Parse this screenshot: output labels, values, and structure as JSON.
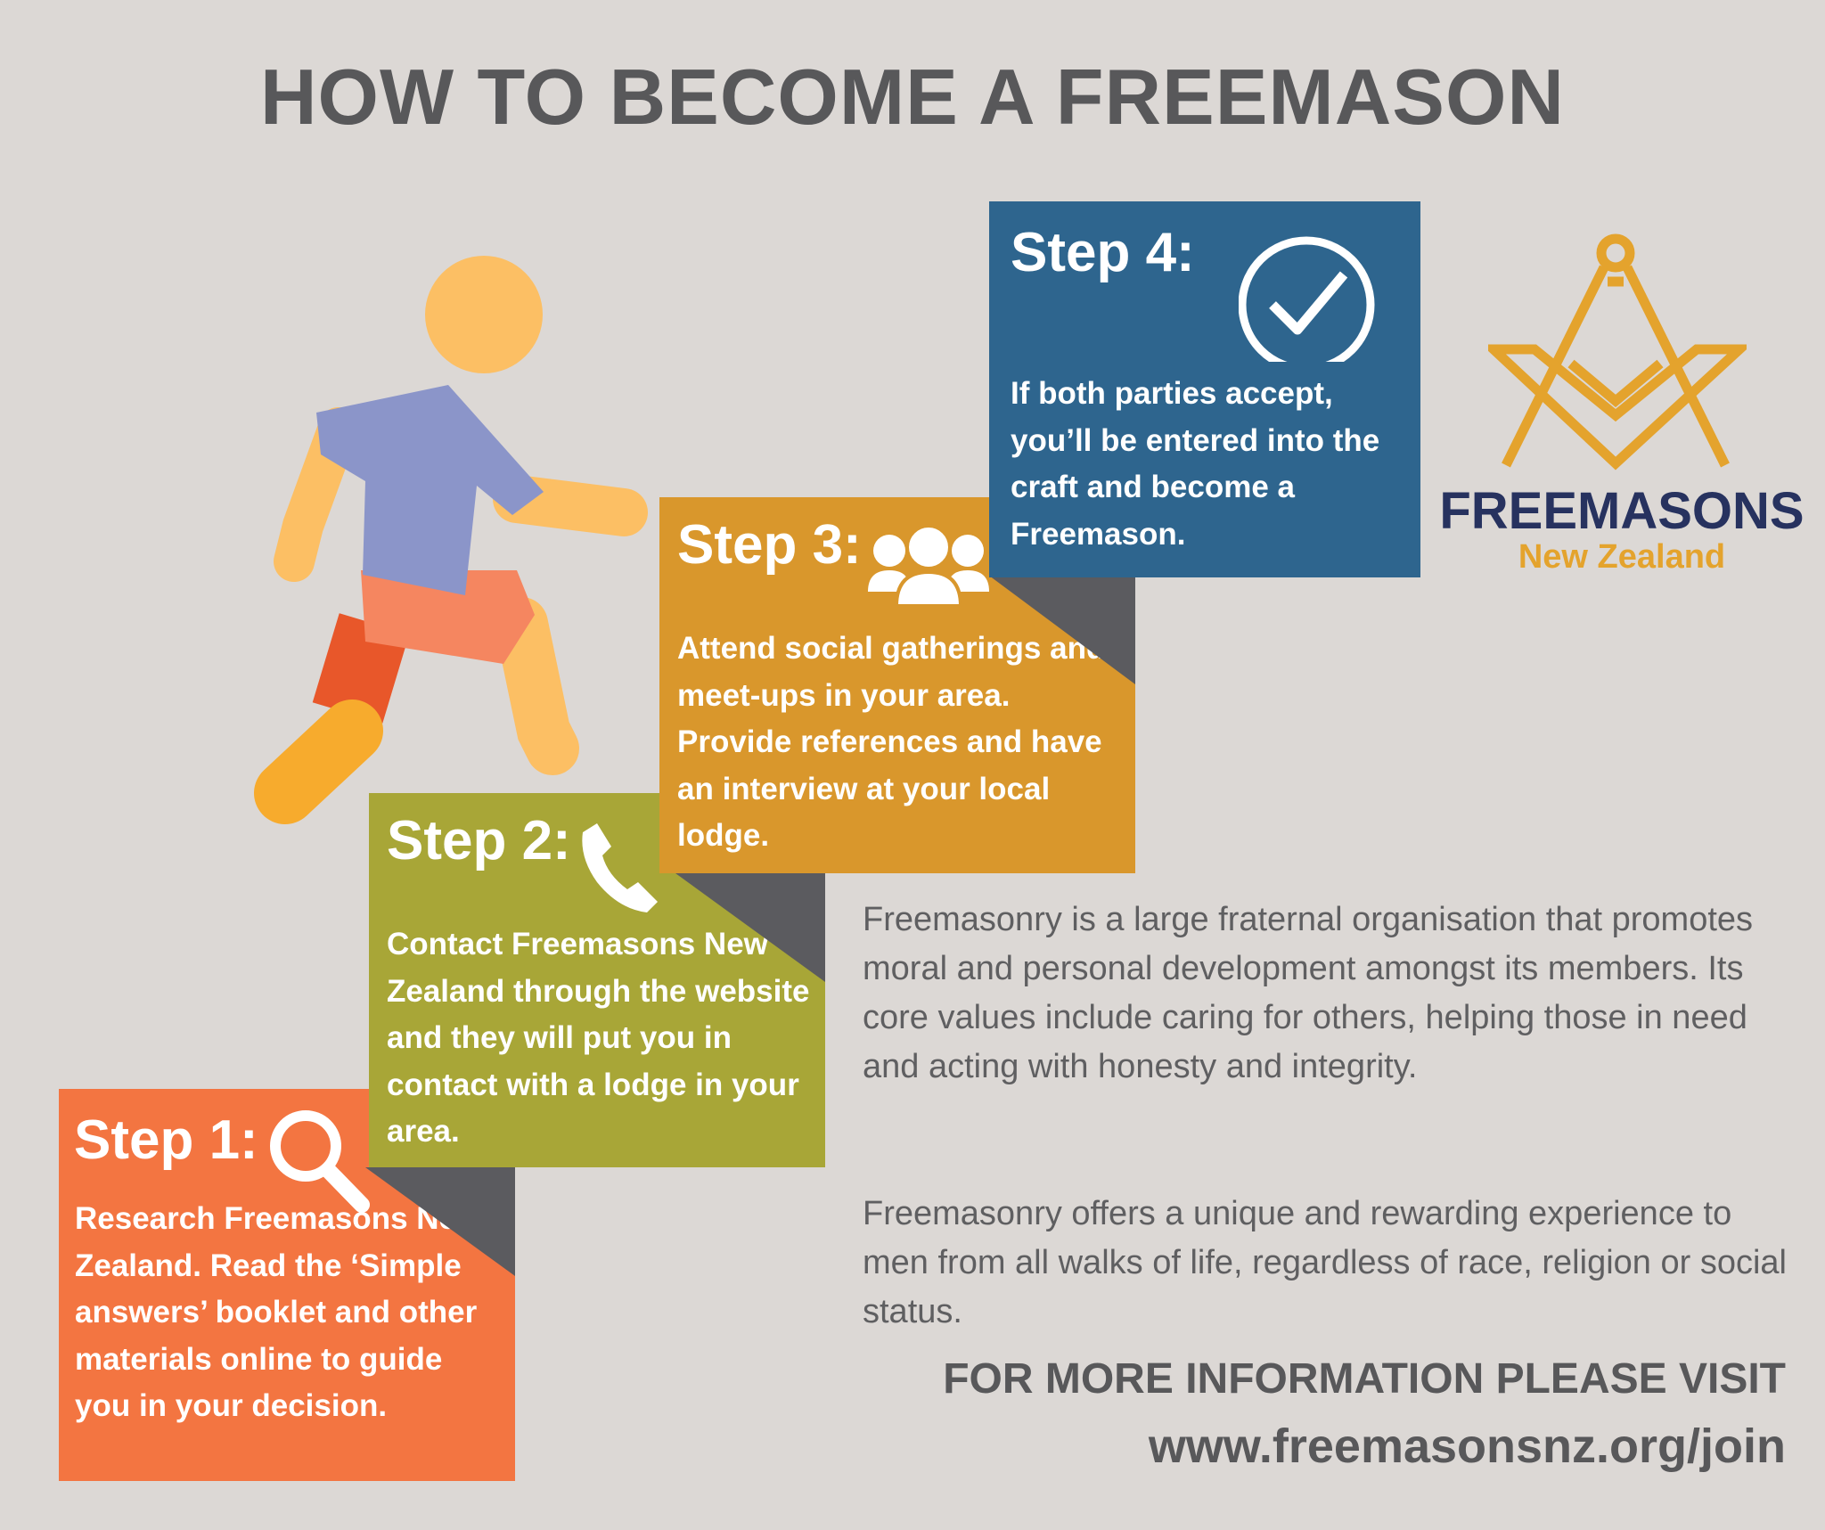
{
  "title": "HOW TO BECOME A FREEMASON",
  "steps": [
    {
      "title": "Step 1:",
      "icon": "magnifier-icon",
      "text": "Research Freemasons New Zealand. Read the ‘Simple answers’ booklet and other materials online to guide you in your decision.",
      "color": "#f37541"
    },
    {
      "title": "Step 2:",
      "icon": "phone-icon",
      "text": "Contact Freemasons New Zealand through the website and they will put you in contact with a lodge in your area.",
      "color": "#a8a637"
    },
    {
      "title": "Step 3:",
      "icon": "group-icon",
      "text": "Attend social gatherings and meet-ups in your area. Provide references and have an interview at your local lodge.",
      "color": "#d9972c"
    },
    {
      "title": "Step 4:",
      "icon": "checkmark-circle-icon",
      "text": "If both parties accept, you’ll be entered into the craft and become a Freemason.",
      "color": "#2e658e"
    }
  ],
  "logo": {
    "name": "FREEMASONS",
    "region": "New Zealand",
    "name_color": "#27325f",
    "region_color": "#e4a32d"
  },
  "description": [
    "Freemasonry is a large fraternal organisation that promotes moral and personal development amongst its members. Its core values include caring for others, helping those in need and acting with honesty and integrity.",
    "Freemasonry offers a unique and rewarding experience to men from all walks of life, regardless of race, religion or social status."
  ],
  "cta": {
    "line1": "FOR MORE INFORMATION PLEASE VISIT",
    "url": "www.freemasonsnz.org/join"
  },
  "colors": {
    "background": "#dcd8d5",
    "shadow": "#5b5b5f",
    "text": "#58585a"
  }
}
